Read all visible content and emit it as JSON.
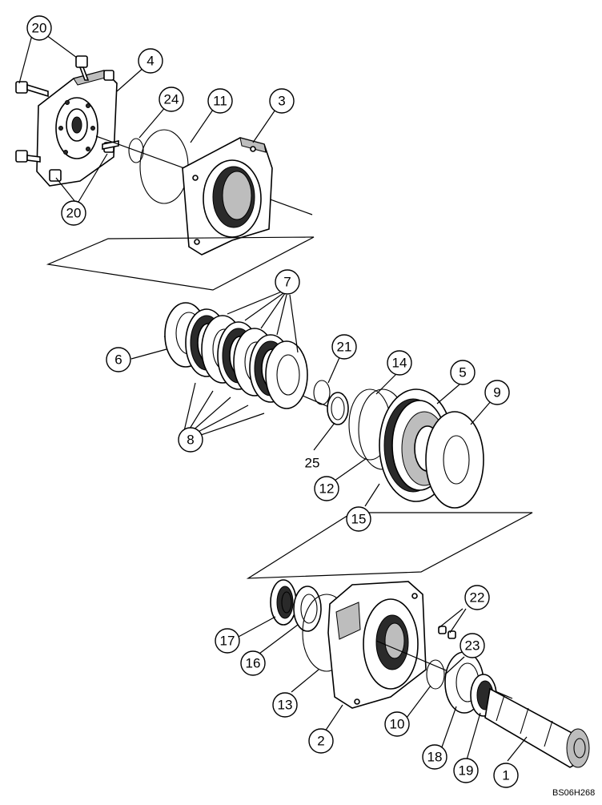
{
  "callouts": [
    {
      "id": "c20a",
      "label": "20"
    },
    {
      "id": "c4",
      "label": "4"
    },
    {
      "id": "c24",
      "label": "24"
    },
    {
      "id": "c11",
      "label": "11"
    },
    {
      "id": "c3",
      "label": "3"
    },
    {
      "id": "c20b",
      "label": "20"
    },
    {
      "id": "c7",
      "label": "7"
    },
    {
      "id": "c6",
      "label": "6"
    },
    {
      "id": "c21",
      "label": "21"
    },
    {
      "id": "c14",
      "label": "14"
    },
    {
      "id": "c5",
      "label": "5"
    },
    {
      "id": "c9",
      "label": "9"
    },
    {
      "id": "c8",
      "label": "8"
    },
    {
      "id": "c25",
      "label": "25"
    },
    {
      "id": "c12",
      "label": "12"
    },
    {
      "id": "c15",
      "label": "15"
    },
    {
      "id": "c22",
      "label": "22"
    },
    {
      "id": "c23",
      "label": "23"
    },
    {
      "id": "c17",
      "label": "17"
    },
    {
      "id": "c16",
      "label": "16"
    },
    {
      "id": "c13",
      "label": "13"
    },
    {
      "id": "c2",
      "label": "2"
    },
    {
      "id": "c10",
      "label": "10"
    },
    {
      "id": "c18",
      "label": "18"
    },
    {
      "id": "c19",
      "label": "19"
    },
    {
      "id": "c1",
      "label": "1"
    }
  ],
  "drawing_code": "BS06H268"
}
